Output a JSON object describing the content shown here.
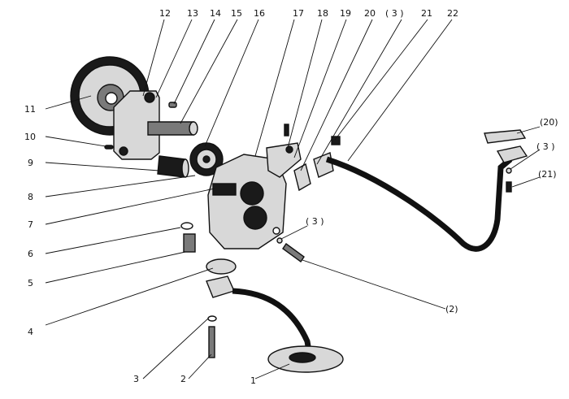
{
  "callouts": [
    {
      "id": "c1",
      "text": "1"
    },
    {
      "id": "c2",
      "text": "2"
    },
    {
      "id": "c3",
      "text": "3"
    },
    {
      "id": "c4",
      "text": "4"
    },
    {
      "id": "c5",
      "text": "5"
    },
    {
      "id": "c6",
      "text": "6"
    },
    {
      "id": "c7",
      "text": "7"
    },
    {
      "id": "c8",
      "text": "8"
    },
    {
      "id": "c9",
      "text": "9"
    },
    {
      "id": "c10",
      "text": "10"
    },
    {
      "id": "c11",
      "text": "11"
    },
    {
      "id": "c12",
      "text": "12"
    },
    {
      "id": "c13",
      "text": "13"
    },
    {
      "id": "c14",
      "text": "14"
    },
    {
      "id": "c15",
      "text": "15"
    },
    {
      "id": "c16",
      "text": "16"
    },
    {
      "id": "c17",
      "text": "17"
    },
    {
      "id": "c18",
      "text": "18"
    },
    {
      "id": "c19",
      "text": "19"
    },
    {
      "id": "c20",
      "text": "20"
    },
    {
      "id": "c3b",
      "text": "( 3 )"
    },
    {
      "id": "c21",
      "text": "21"
    },
    {
      "id": "c22",
      "text": "22"
    },
    {
      "id": "c20p",
      "text": "(20)"
    },
    {
      "id": "c3c",
      "text": "( 3 )"
    },
    {
      "id": "c21p",
      "text": "(21)"
    },
    {
      "id": "c3d",
      "text": "( 3 )"
    },
    {
      "id": "c2p",
      "text": "(2)"
    }
  ]
}
